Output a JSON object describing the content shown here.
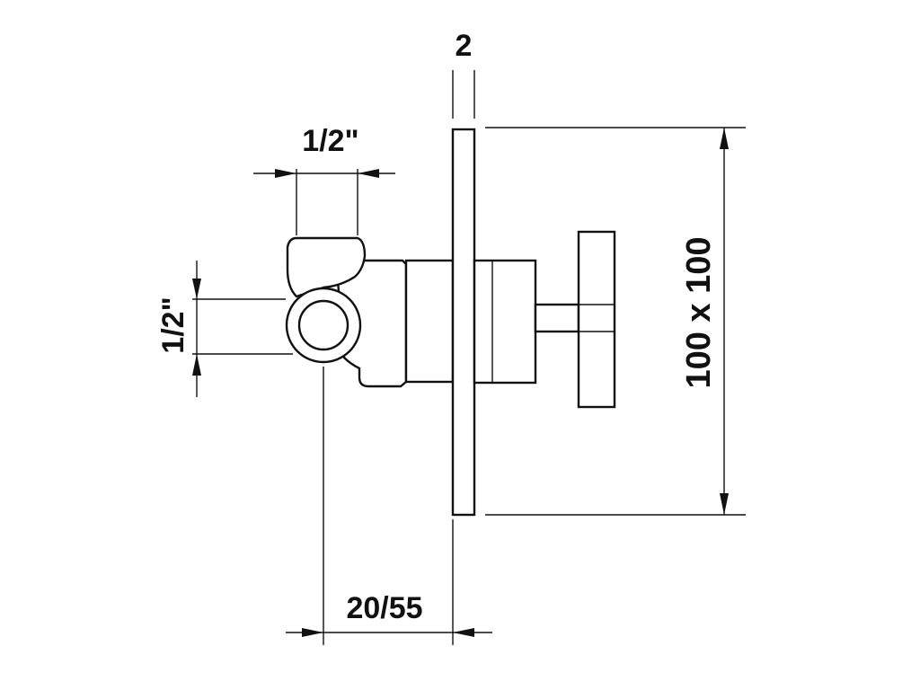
{
  "dimensions": {
    "plate_thickness": "2",
    "outlet_size": "1/2\"",
    "inlet_size": "1/2\"",
    "plate_size": "100 x 100",
    "depth": "20/55"
  },
  "colors": {
    "line": "#111111",
    "background": "#ffffff"
  }
}
